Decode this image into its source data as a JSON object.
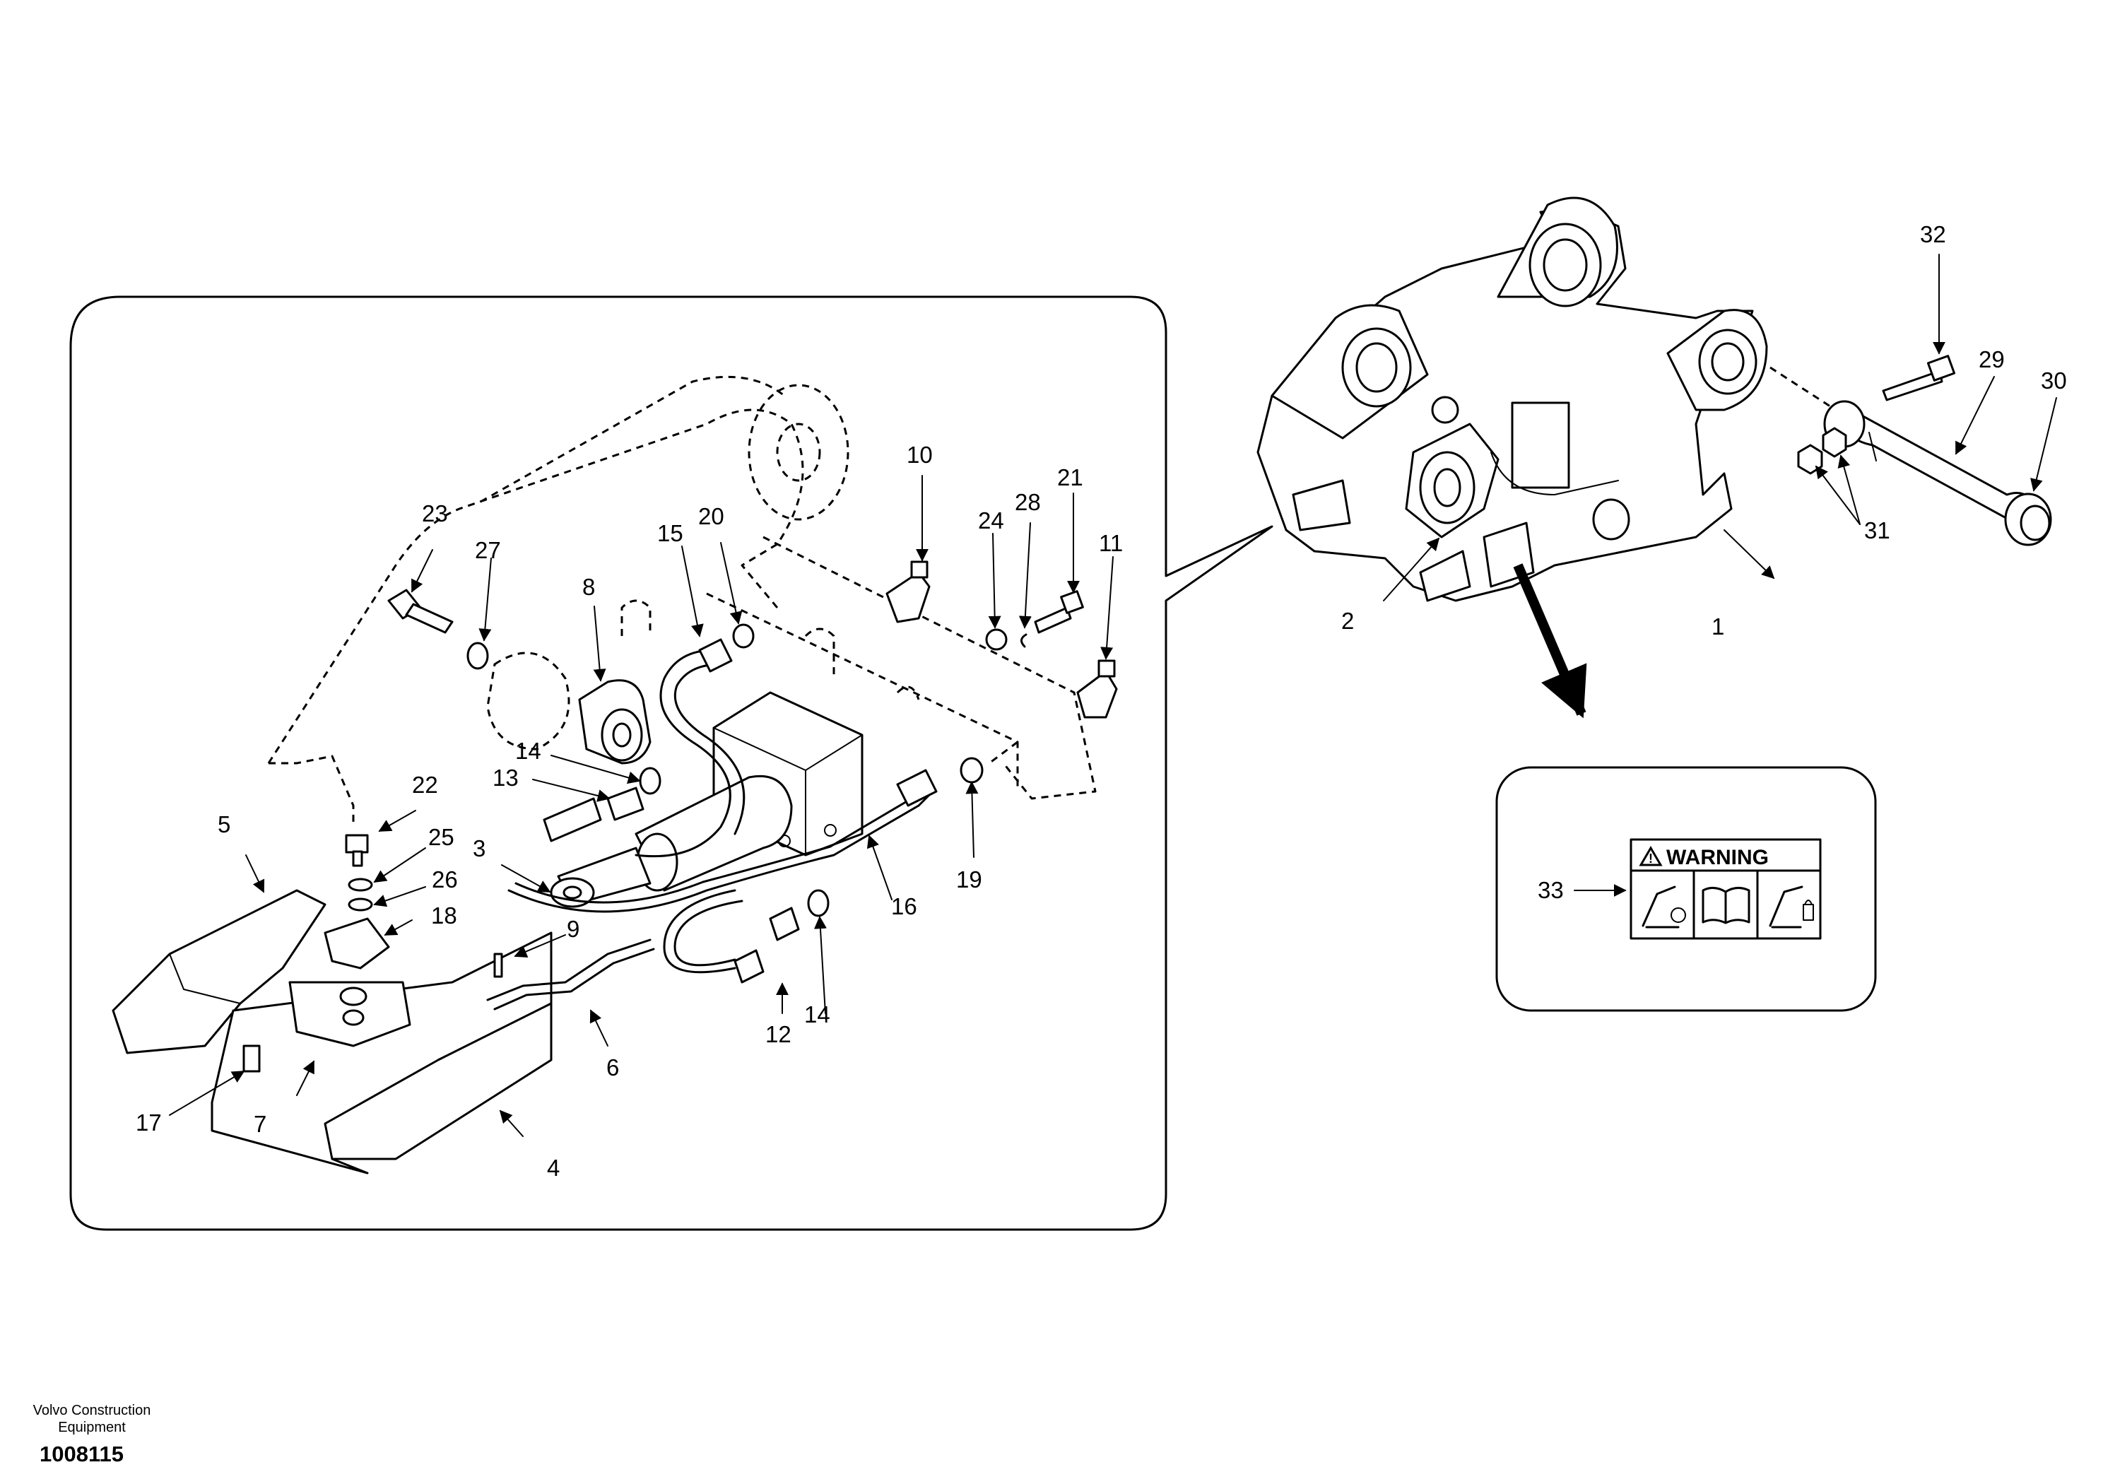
{
  "callouts": [
    "1",
    "2",
    "3",
    "4",
    "5",
    "6",
    "7",
    "8",
    "9",
    "10",
    "11",
    "12",
    "13",
    "14",
    "15",
    "16",
    "17",
    "18",
    "19",
    "20",
    "21",
    "22",
    "23",
    "24",
    "25",
    "26",
    "27",
    "28",
    "29",
    "30",
    "31",
    "32",
    "33"
  ],
  "warning_label": {
    "text": "WARNING"
  },
  "icons": [
    "warning-triangle-icon",
    "excavator-bucket-icon",
    "operator-manual-icon",
    "bucket-lock-icon"
  ],
  "footer": {
    "manufacturer": "Volvo Construction Equipment",
    "doc_number": "1008115"
  }
}
